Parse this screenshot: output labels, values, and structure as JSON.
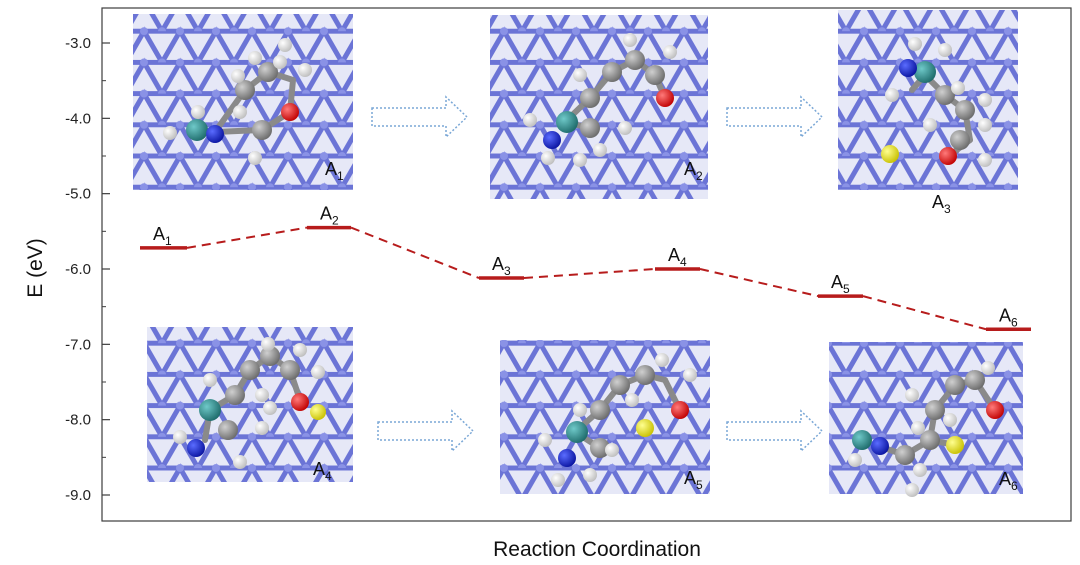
{
  "chart_data": {
    "type": "line",
    "xlabel": "Reaction Coordination",
    "ylabel": "E (eV)",
    "ylim": [
      -9.0,
      -3.0
    ],
    "yticks": [
      -3.0,
      -4.0,
      -5.0,
      -6.0,
      -7.0,
      -8.0,
      -9.0
    ],
    "ytick_labels": [
      "-3.0",
      "-4.0",
      "-5.0",
      "-6.0",
      "-7.0",
      "-8.0",
      "-9.0"
    ],
    "grid": false,
    "series": [
      {
        "color": "#b71c1c",
        "line_style": "dashed",
        "points": [
          {
            "label": "A",
            "sub": "1",
            "y": -5.72
          },
          {
            "label": "A",
            "sub": "2",
            "y": -5.45
          },
          {
            "label": "A",
            "sub": "3",
            "y": -6.12
          },
          {
            "label": "A",
            "sub": "4",
            "y": -6.0
          },
          {
            "label": "A",
            "sub": "5",
            "y": -6.36
          },
          {
            "label": "A",
            "sub": "6",
            "y": -6.8
          }
        ]
      }
    ],
    "structure_images": [
      {
        "label": "A",
        "sub": "1"
      },
      {
        "label": "A",
        "sub": "2"
      },
      {
        "label": "A",
        "sub": "3"
      },
      {
        "label": "A",
        "sub": "4"
      },
      {
        "label": "A",
        "sub": "5"
      },
      {
        "label": "A",
        "sub": "6"
      }
    ],
    "colors": {
      "energy_level": "#b71c1c",
      "lattice": "#6b74d6",
      "arrow": "#7aa7d6",
      "carbon": "#8a8a8a",
      "hydrogen": "#f2f2f2",
      "oxygen": "#e01010",
      "nitrogen": "#1726c9",
      "silicon": "#2f8c8c",
      "sulfur": "#e8e010"
    }
  }
}
